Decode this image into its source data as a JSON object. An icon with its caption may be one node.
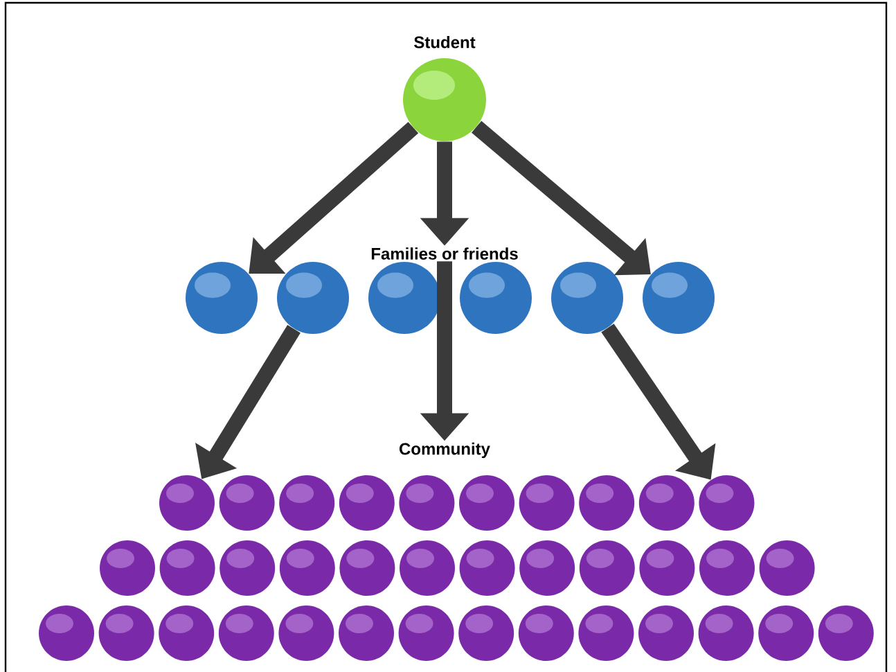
{
  "diagram": {
    "nodes": [
      {
        "text": [
          "Student"
        ]
      },
      {
        "text": [
          "Families or friends"
        ]
      },
      {
        "text": [],
        "shape": "circle"
      },
      {
        "text": [],
        "shape": "circle"
      },
      {
        "text": [],
        "shape": "circle"
      },
      {
        "text": [],
        "shape": "circle"
      },
      {
        "text": [],
        "shape": "circle"
      },
      {
        "text": [],
        "shape": "circle"
      },
      {
        "text": [
          "Community"
        ]
      },
      {
        "text": [],
        "shape": "circle"
      },
      {
        "text": [],
        "shape": "circle"
      },
      {
        "text": [],
        "shape": "circle"
      },
      {
        "text": [],
        "shape": "circle"
      },
      {
        "text": [],
        "shape": "circle"
      },
      {
        "text": [],
        "shape": "circle"
      },
      {
        "text": [],
        "shape": "circle"
      },
      {
        "text": [],
        "shape": "circle"
      },
      {
        "text": [],
        "shape": "circle"
      },
      {
        "text": [],
        "shape": "circle"
      },
      {
        "text": [],
        "shape": "circle"
      },
      {
        "text": [],
        "shape": "circle"
      },
      {
        "text": [],
        "shape": "circle"
      },
      {
        "text": [],
        "shape": "circle"
      },
      {
        "text": [],
        "shape": "circle"
      },
      {
        "text": [],
        "shape": "circle"
      },
      {
        "text": [],
        "shape": "circle"
      },
      {
        "text": [],
        "shape": "circle"
      },
      {
        "text": [],
        "shape": "circle"
      },
      {
        "text": [],
        "shape": "circle"
      },
      {
        "text": [],
        "shape": "circle"
      },
      {
        "text": [],
        "shape": "circle"
      },
      {
        "text": [],
        "shape": "circle"
      },
      {
        "text": [],
        "shape": "circle"
      },
      {
        "text": [],
        "shape": "circle"
      },
      {
        "text": [],
        "shape": "circle"
      },
      {
        "text": [],
        "shape": "circle"
      },
      {
        "text": [],
        "shape": "circle"
      },
      {
        "text": [],
        "shape": "circle"
      },
      {
        "text": [],
        "shape": "circle"
      },
      {
        "text": [],
        "shape": "circle"
      },
      {
        "text": [],
        "shape": "circle"
      },
      {
        "text": [],
        "shape": "circle"
      },
      {
        "text": [],
        "shape": "circle"
      },
      {
        "text": [],
        "shape": "circle"
      },
      {
        "text": [],
        "shape": "circle"
      }
    ],
    "edges": [
      {
        "from": 0,
        "to": 2,
        "arrow": "to"
      },
      {
        "from": 0,
        "to": 1,
        "arrow": "to"
      },
      {
        "from": 0,
        "to": 7,
        "arrow": "to"
      },
      {
        "from": 3,
        "to": 9,
        "arrow": "to"
      },
      {
        "from": 1,
        "to": 8,
        "arrow": "to"
      },
      {
        "from": 6,
        "to": 18,
        "arrow": "to"
      }
    ]
  }
}
